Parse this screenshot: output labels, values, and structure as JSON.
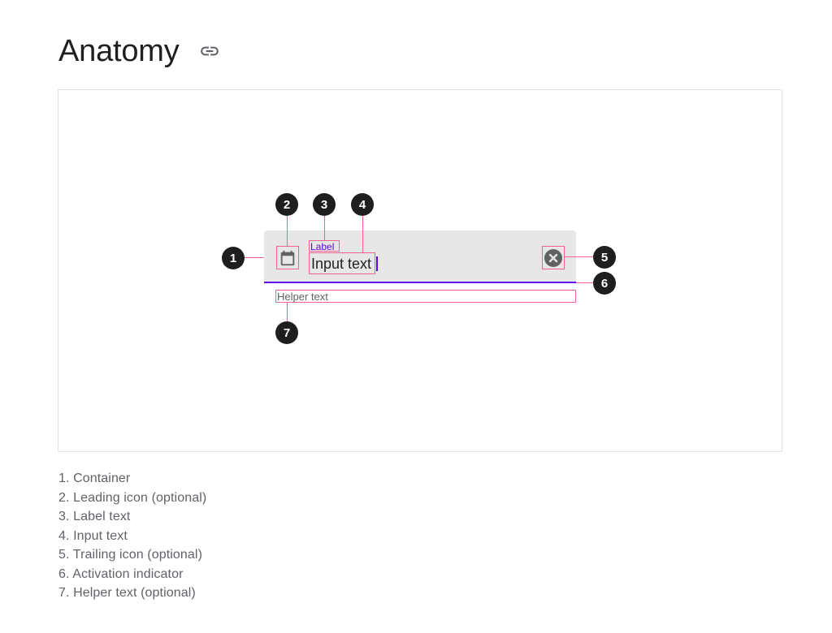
{
  "heading": {
    "title": "Anatomy",
    "link_icon": "link-icon"
  },
  "diagram": {
    "label_text": "Label",
    "input_text": "Input text",
    "helper_text": "Helper text",
    "leading_icon": "calendar-icon",
    "trailing_icon": "clear-icon",
    "colors": {
      "container": "#e7e7e7",
      "activation_indicator": "#6200ee",
      "label": "#6200ee",
      "callout_outline": "#f06292",
      "marker": "#1e1e1e"
    },
    "markers": [
      "1",
      "2",
      "3",
      "4",
      "5",
      "6",
      "7"
    ]
  },
  "legend": [
    "1. Container",
    "2. Leading icon (optional)",
    "3. Label text",
    "4. Input text",
    "5. Trailing icon (optional)",
    "6. Activation indicator",
    "7. Helper text (optional)"
  ]
}
